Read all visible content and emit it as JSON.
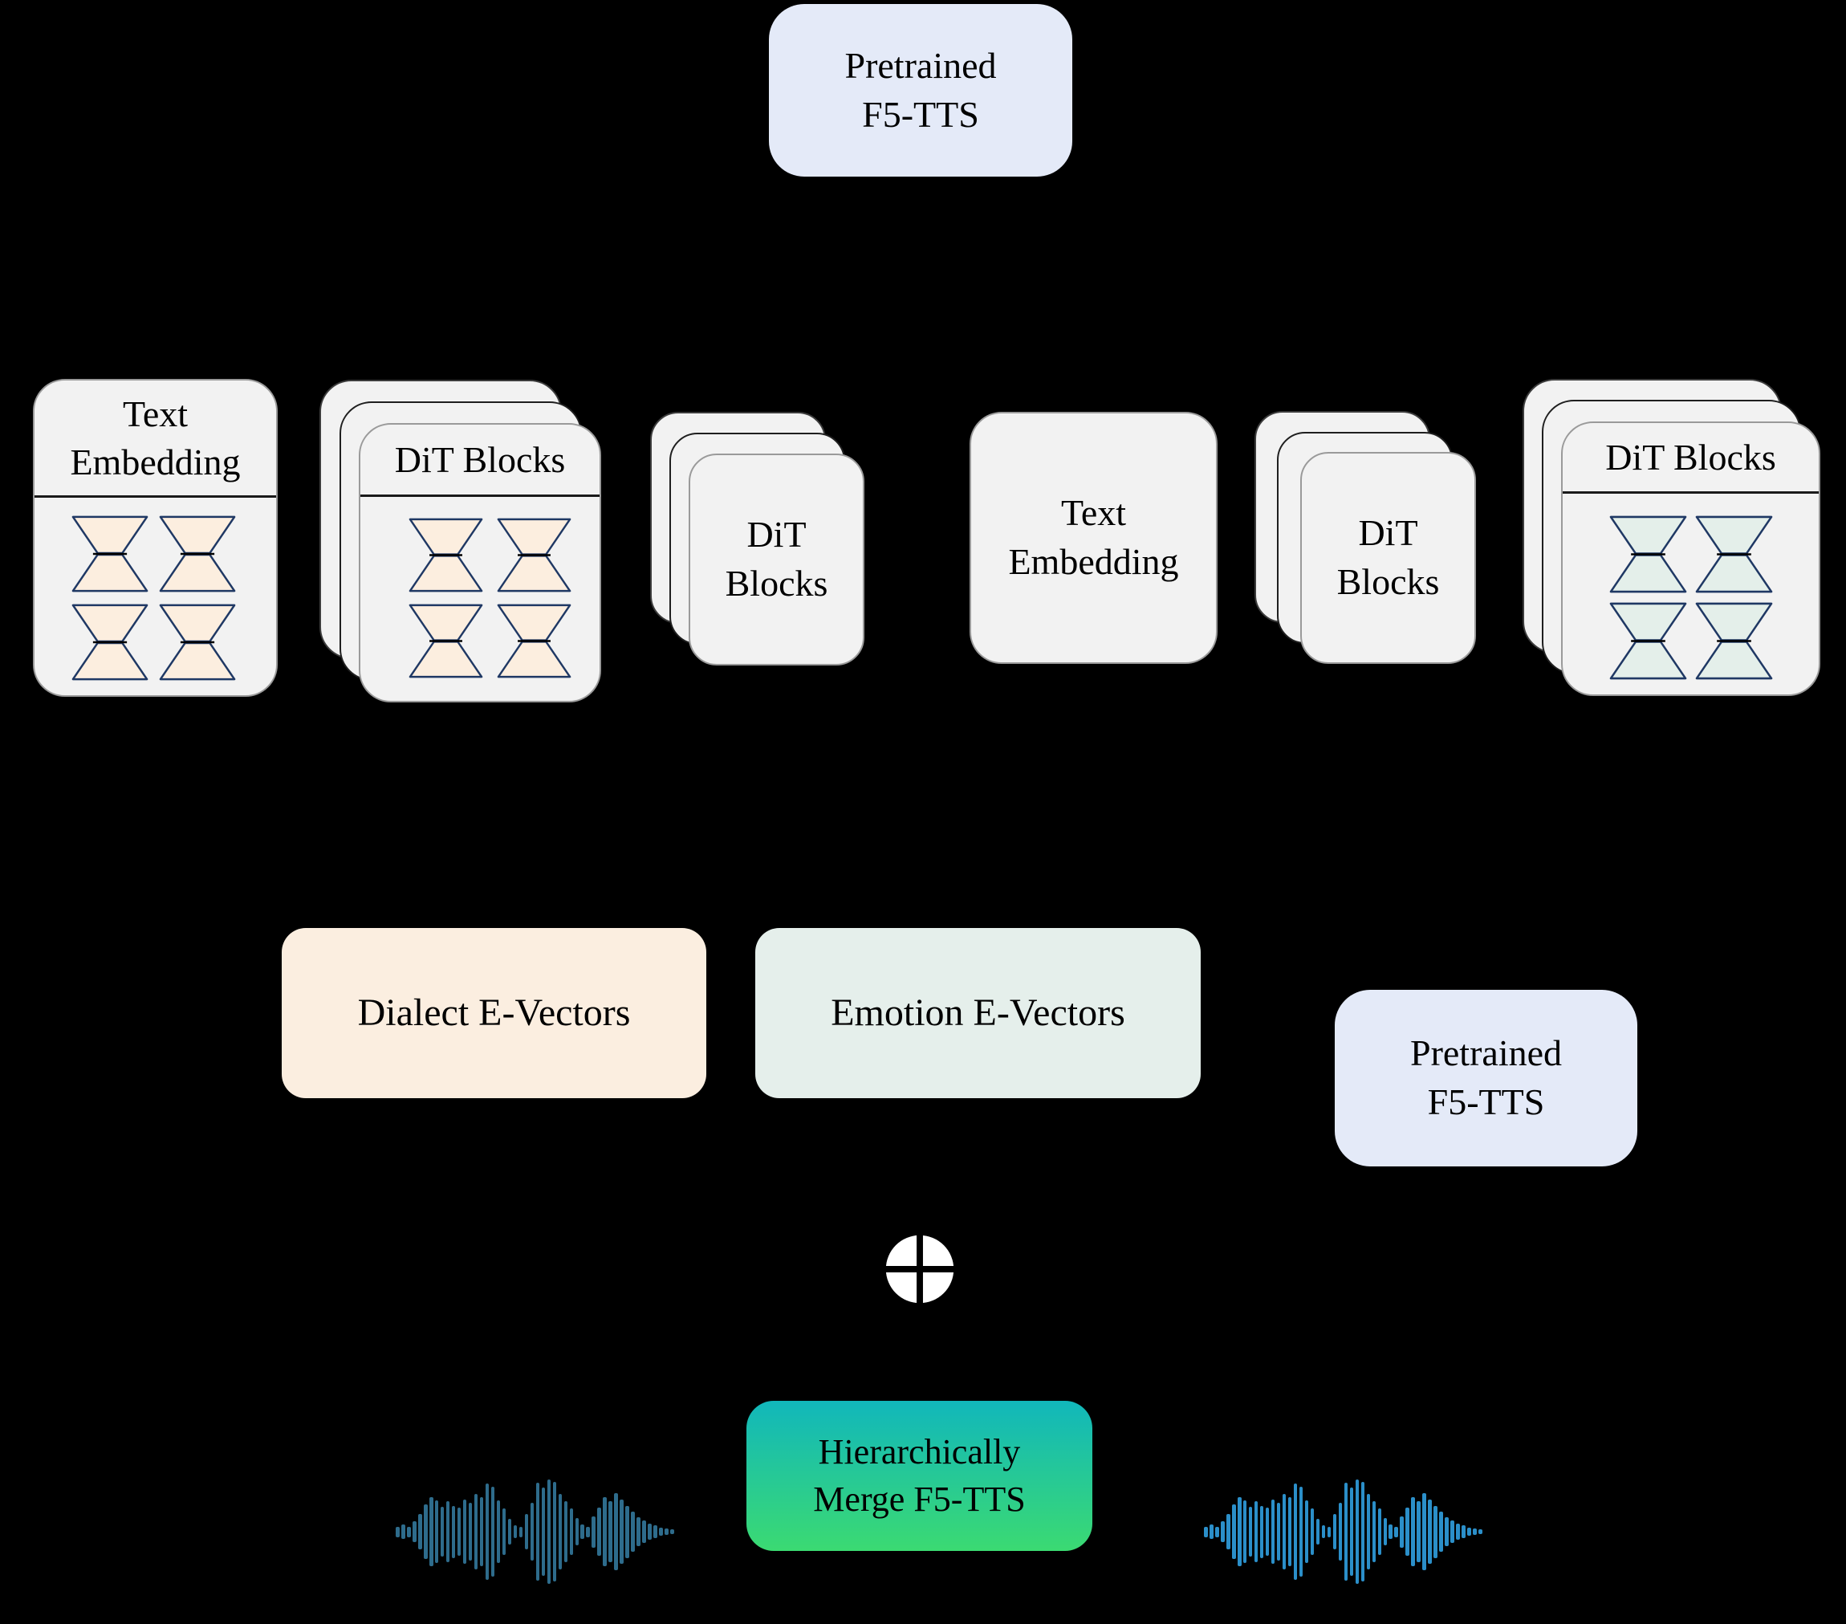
{
  "colors": {
    "background": "#000000",
    "text": "#000000",
    "pretrained_fill": "#E4EAF8",
    "card_fill": "#F2F2F2",
    "card_border": "#9A9A9A",
    "card_border_dark": "#262626",
    "divider": "#1A1A1A",
    "lora_stroke": "#1F3864",
    "lora_fill_dialect": "#FCEEDF",
    "lora_fill_emotion": "#E4EFEA",
    "dialect_fill": "#FBEEE0",
    "emotion_fill": "#E5EFEB",
    "merge_gradient_top": "#11B7BB",
    "merge_gradient_bottom": "#3BDA72",
    "plus_fill": "#FFFFFF",
    "plus_stroke": "#000000",
    "waveform_left": "#2E6C8C",
    "waveform_right": "#2B8FC9"
  },
  "boxes": {
    "pretrained_top": {
      "label": "Pretrained\nF5-TTS"
    },
    "text_embedding_lora": {
      "label": "Text\nEmbedding"
    },
    "dit_blocks_lora": {
      "label": "DiT Blocks"
    },
    "dit_blocks_stack_left": {
      "label": "DiT\nBlocks"
    },
    "text_embedding_plain": {
      "label": "Text\nEmbedding"
    },
    "dit_blocks_stack_right": {
      "label": "DiT\nBlocks"
    },
    "dit_blocks_lora_green": {
      "label": "DiT Blocks"
    },
    "dialect_evectors": {
      "label": "Dialect E-Vectors"
    },
    "emotion_evectors": {
      "label": "Emotion E-Vectors"
    },
    "pretrained_bottom": {
      "label": "Pretrained\nF5-TTS"
    },
    "merge": {
      "label": "Hierarchically\nMerge F5-TTS"
    }
  },
  "plus_symbol": {
    "operator": "add"
  },
  "waveform": {
    "bars": [
      0.1,
      0.14,
      0.1,
      0.2,
      0.34,
      0.52,
      0.66,
      0.6,
      0.48,
      0.58,
      0.5,
      0.46,
      0.62,
      0.56,
      0.72,
      0.66,
      0.92,
      0.86,
      0.6,
      0.44,
      0.24,
      0.13,
      0.1,
      0.34,
      0.56,
      0.94,
      0.84,
      1.0,
      0.96,
      0.72,
      0.58,
      0.44,
      0.26,
      0.14,
      0.1,
      0.3,
      0.46,
      0.66,
      0.58,
      0.74,
      0.62,
      0.5,
      0.38,
      0.28,
      0.22,
      0.16,
      0.12,
      0.08,
      0.06,
      0.05
    ]
  }
}
